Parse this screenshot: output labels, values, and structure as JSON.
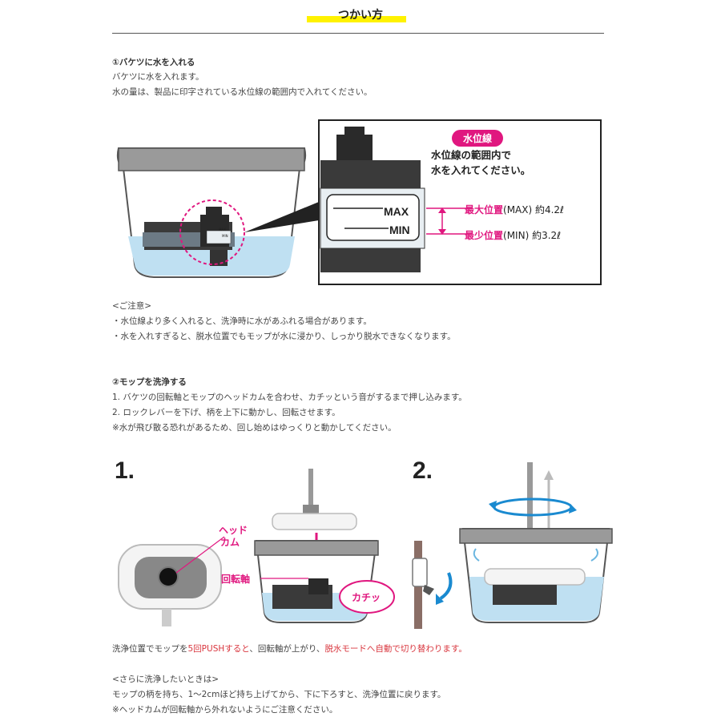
{
  "header": {
    "title": "つかい方"
  },
  "section1": {
    "heading": "①バケツに水を入れる",
    "lines": [
      "バケツに水を入れます。",
      "水の量は、製品に印字されている水位線の範囲内で入れてください。"
    ],
    "callout_badge": "水位線",
    "callout_lines": [
      "水位線の範囲内で",
      "水を入れてください。"
    ],
    "gauge_max": "MAX",
    "gauge_min": "MIN",
    "small_max": "MAX",
    "small_min": "MIN",
    "max_label": "最大位置",
    "max_value": "(MAX) 約4.2ℓ",
    "min_label": "最少位置",
    "min_value": "(MIN) 約3.2ℓ"
  },
  "caution": {
    "heading": "<ご注意>",
    "items": [
      "・水位線より多く入れると、洗浄時に水があふれる場合があります。",
      "・水を入れすぎると、脱水位置でもモップが水に浸かり、しっかり脱水できなくなります。"
    ]
  },
  "section2": {
    "heading": "②モップを洗浄する",
    "lines": [
      "1. バケツの回転軸とモップのヘッドカムを合わせ、カチッという音がするまで押し込みます。",
      "2. ロックレバーを下げ、柄を上下に動かし、回転させます。",
      "※水が飛び散る恐れがあるため、回し始めはゆっくりと動かしてください。"
    ],
    "step1_num": "1.",
    "step2_num": "2.",
    "head_cam_line1": "ヘッド",
    "head_cam_line2": "カム",
    "rotation_shaft": "回転軸",
    "click_sound": "カチッ"
  },
  "push_note": {
    "part1": "洗浄位置でモップを",
    "part2": "5回PUSHすると",
    "part3": "、回転軸が上がり、",
    "part4": "脱水モードへ自動で切り替わります。"
  },
  "further": {
    "heading": "<さらに洗浄したいときは>",
    "lines": [
      "モップの柄を持ち、1～2cmほど持ち上げてから、下に下ろすと、洗浄位置に戻ります。",
      "※ヘッドカムが回転軸から外れないようにご注意ください。"
    ]
  },
  "colors": {
    "accent": "#e0177f",
    "highlight": "#fff200",
    "note_red": "#d9363e",
    "water": "#bfe0f2"
  }
}
